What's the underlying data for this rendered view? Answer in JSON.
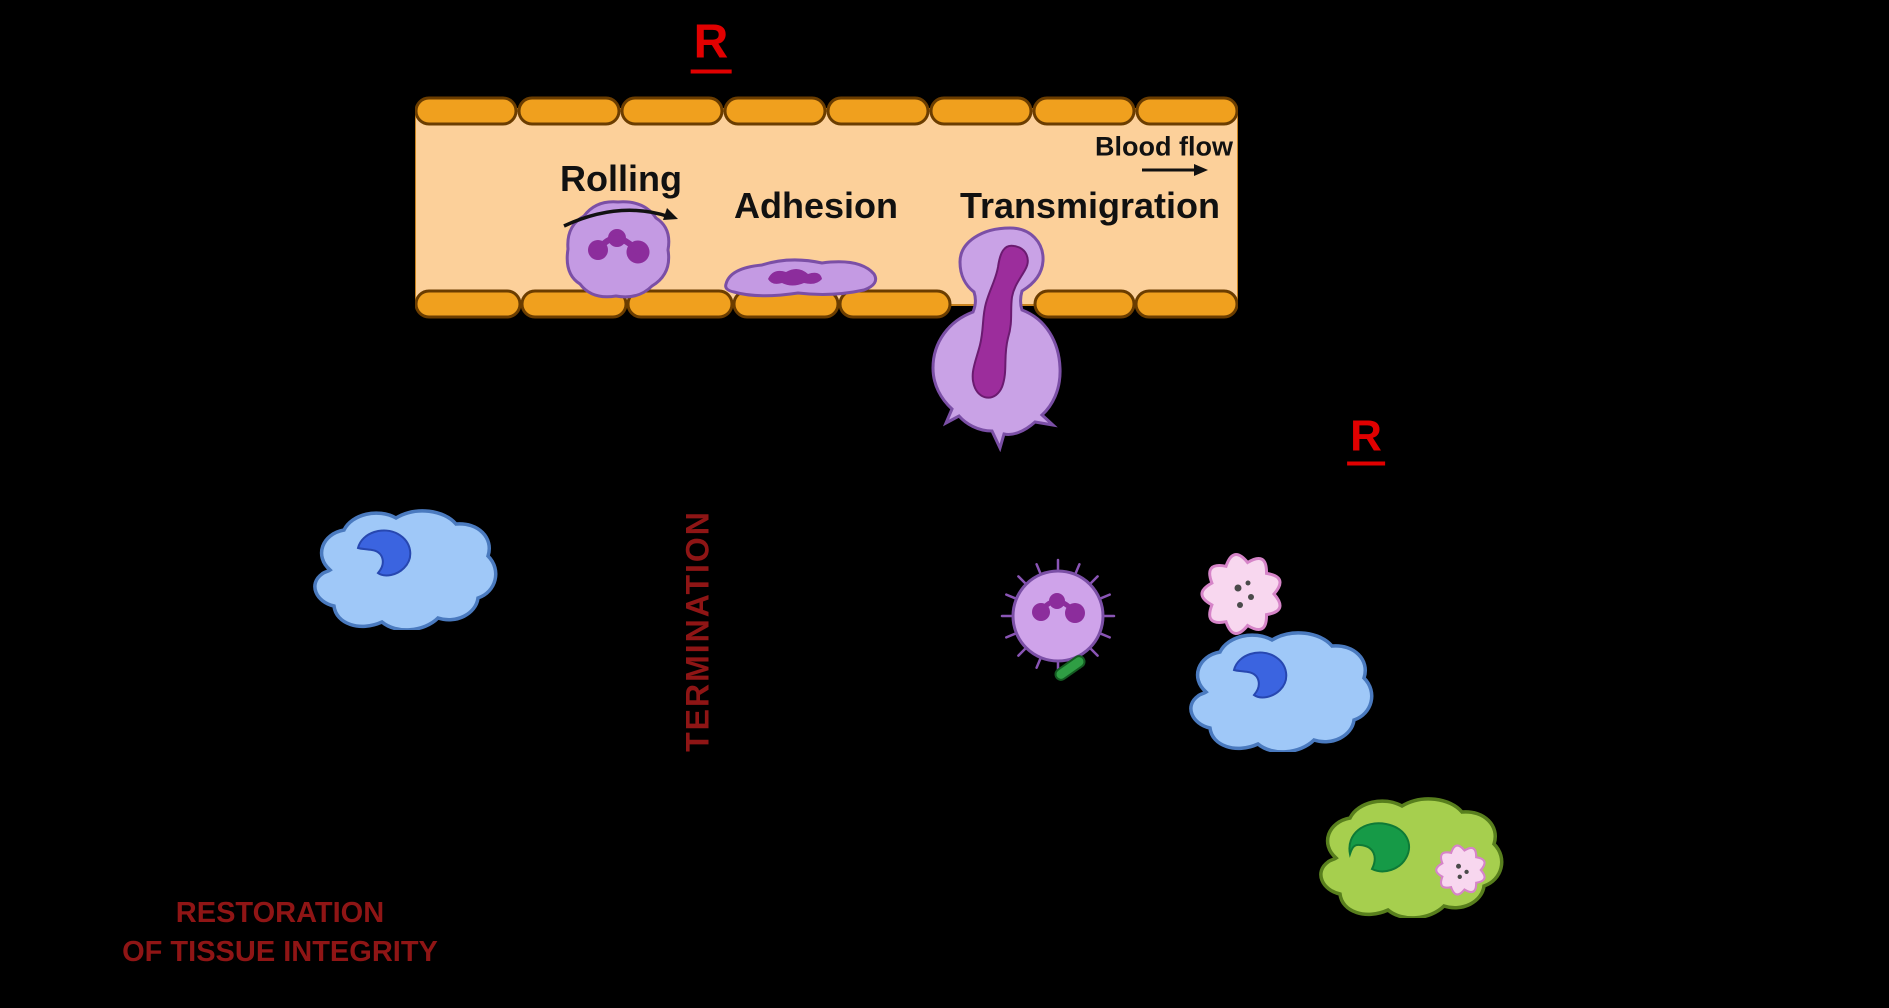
{
  "palette": {
    "background": "#000000",
    "vessel_lumen": "#fcd09a",
    "endothelium_fill": "#f0a01e",
    "endothelium_stroke": "#6b3d00",
    "neutrophil_fill": "#c49ae3",
    "neutrophil_stroke": "#7b4fa6",
    "neutrophil_nucleus": "#8c2d9c",
    "macrophage_fill": "#9fc8f8",
    "macrophage_stroke": "#4a7abf",
    "macrophage_nucleus": "#3b64e0",
    "resolving_macrophage_fill": "#a6cf4e",
    "resolving_macrophage_stroke": "#587f1d",
    "resolving_macrophage_nucleus": "#169a47",
    "apoptotic_cell_fill": "#f8d7ef",
    "apoptotic_cell_stroke": "#d684c8",
    "bacterium_fill": "#2f9e44",
    "receptor_red": "#e10000",
    "process_text_red": "#8f1515",
    "vessel_label_text": "#111111"
  },
  "receptor_markers": {
    "top": "R",
    "right": "R"
  },
  "vessel": {
    "blood_flow": "Blood flow",
    "rolling": "Rolling",
    "adhesion": "Adhesion",
    "transmigration": "Transmigration"
  },
  "process": {
    "termination": "TERMINATION",
    "restoration_line1": "RESTORATION",
    "restoration_line2": "OF TISSUE INTEGRITY"
  },
  "cells": {
    "rolling_neutrophil": "rolling-neutrophil",
    "adherent_neutrophil": "adherent-neutrophil",
    "transmigrating_neutrophil": "transmigrating-neutrophil",
    "macrophage_left": "macrophage",
    "phagocytosing_neutrophil": "neutrophil-phagocytosing-bacterium",
    "bacterium": "bacterium",
    "apoptotic_neutrophil": "apoptotic-neutrophil",
    "macrophage_right": "macrophage",
    "efferocytosing_macrophage": "resolving-macrophage-efferocytosis",
    "engulfed_apoptotic_cell": "engulfed-apoptotic-cell"
  }
}
